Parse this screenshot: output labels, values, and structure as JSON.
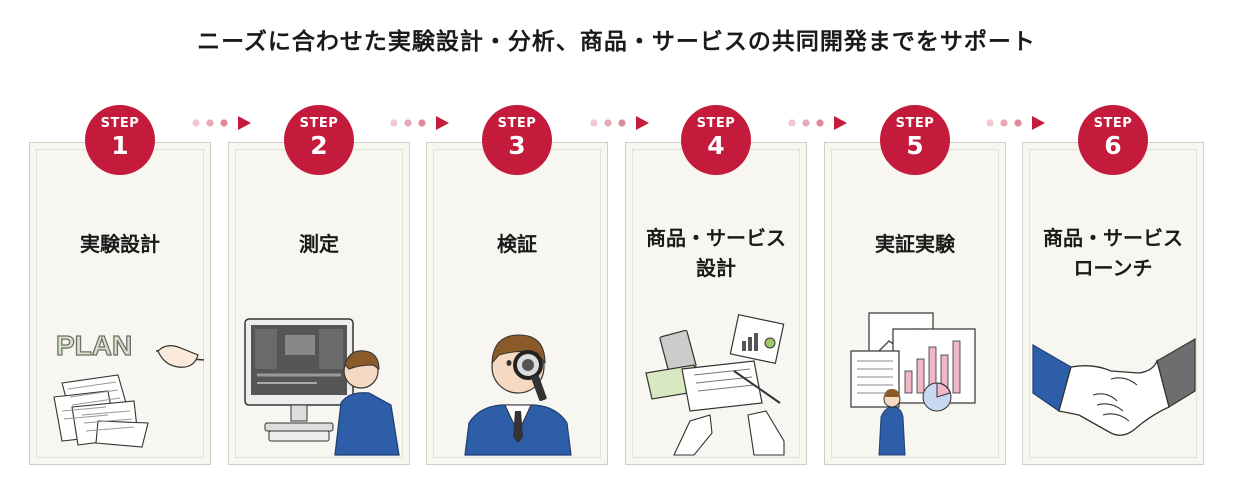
{
  "title": "ニーズに合わせた実験設計・分析、商品・サービスの共同開発までをサポート",
  "steps": [
    {
      "label": "STEP",
      "number": "1",
      "title": "実験設計",
      "plan_text": "PLAN"
    },
    {
      "label": "STEP",
      "number": "2",
      "title": "測定"
    },
    {
      "label": "STEP",
      "number": "3",
      "title": "検証"
    },
    {
      "label": "STEP",
      "number": "4",
      "title_line1": "商品・サービス",
      "title_line2": "設計"
    },
    {
      "label": "STEP",
      "number": "5",
      "title": "実証実験"
    },
    {
      "label": "STEP",
      "number": "6",
      "title_line1": "商品・サービス",
      "title_line2": "ローンチ"
    }
  ],
  "colors": {
    "accent": "#c41a3b",
    "card_bg": "#f8f6f0",
    "card_border": "#d2cec4",
    "dot_light": "#f0c6cf",
    "dot_mid": "#dd8a9c"
  }
}
